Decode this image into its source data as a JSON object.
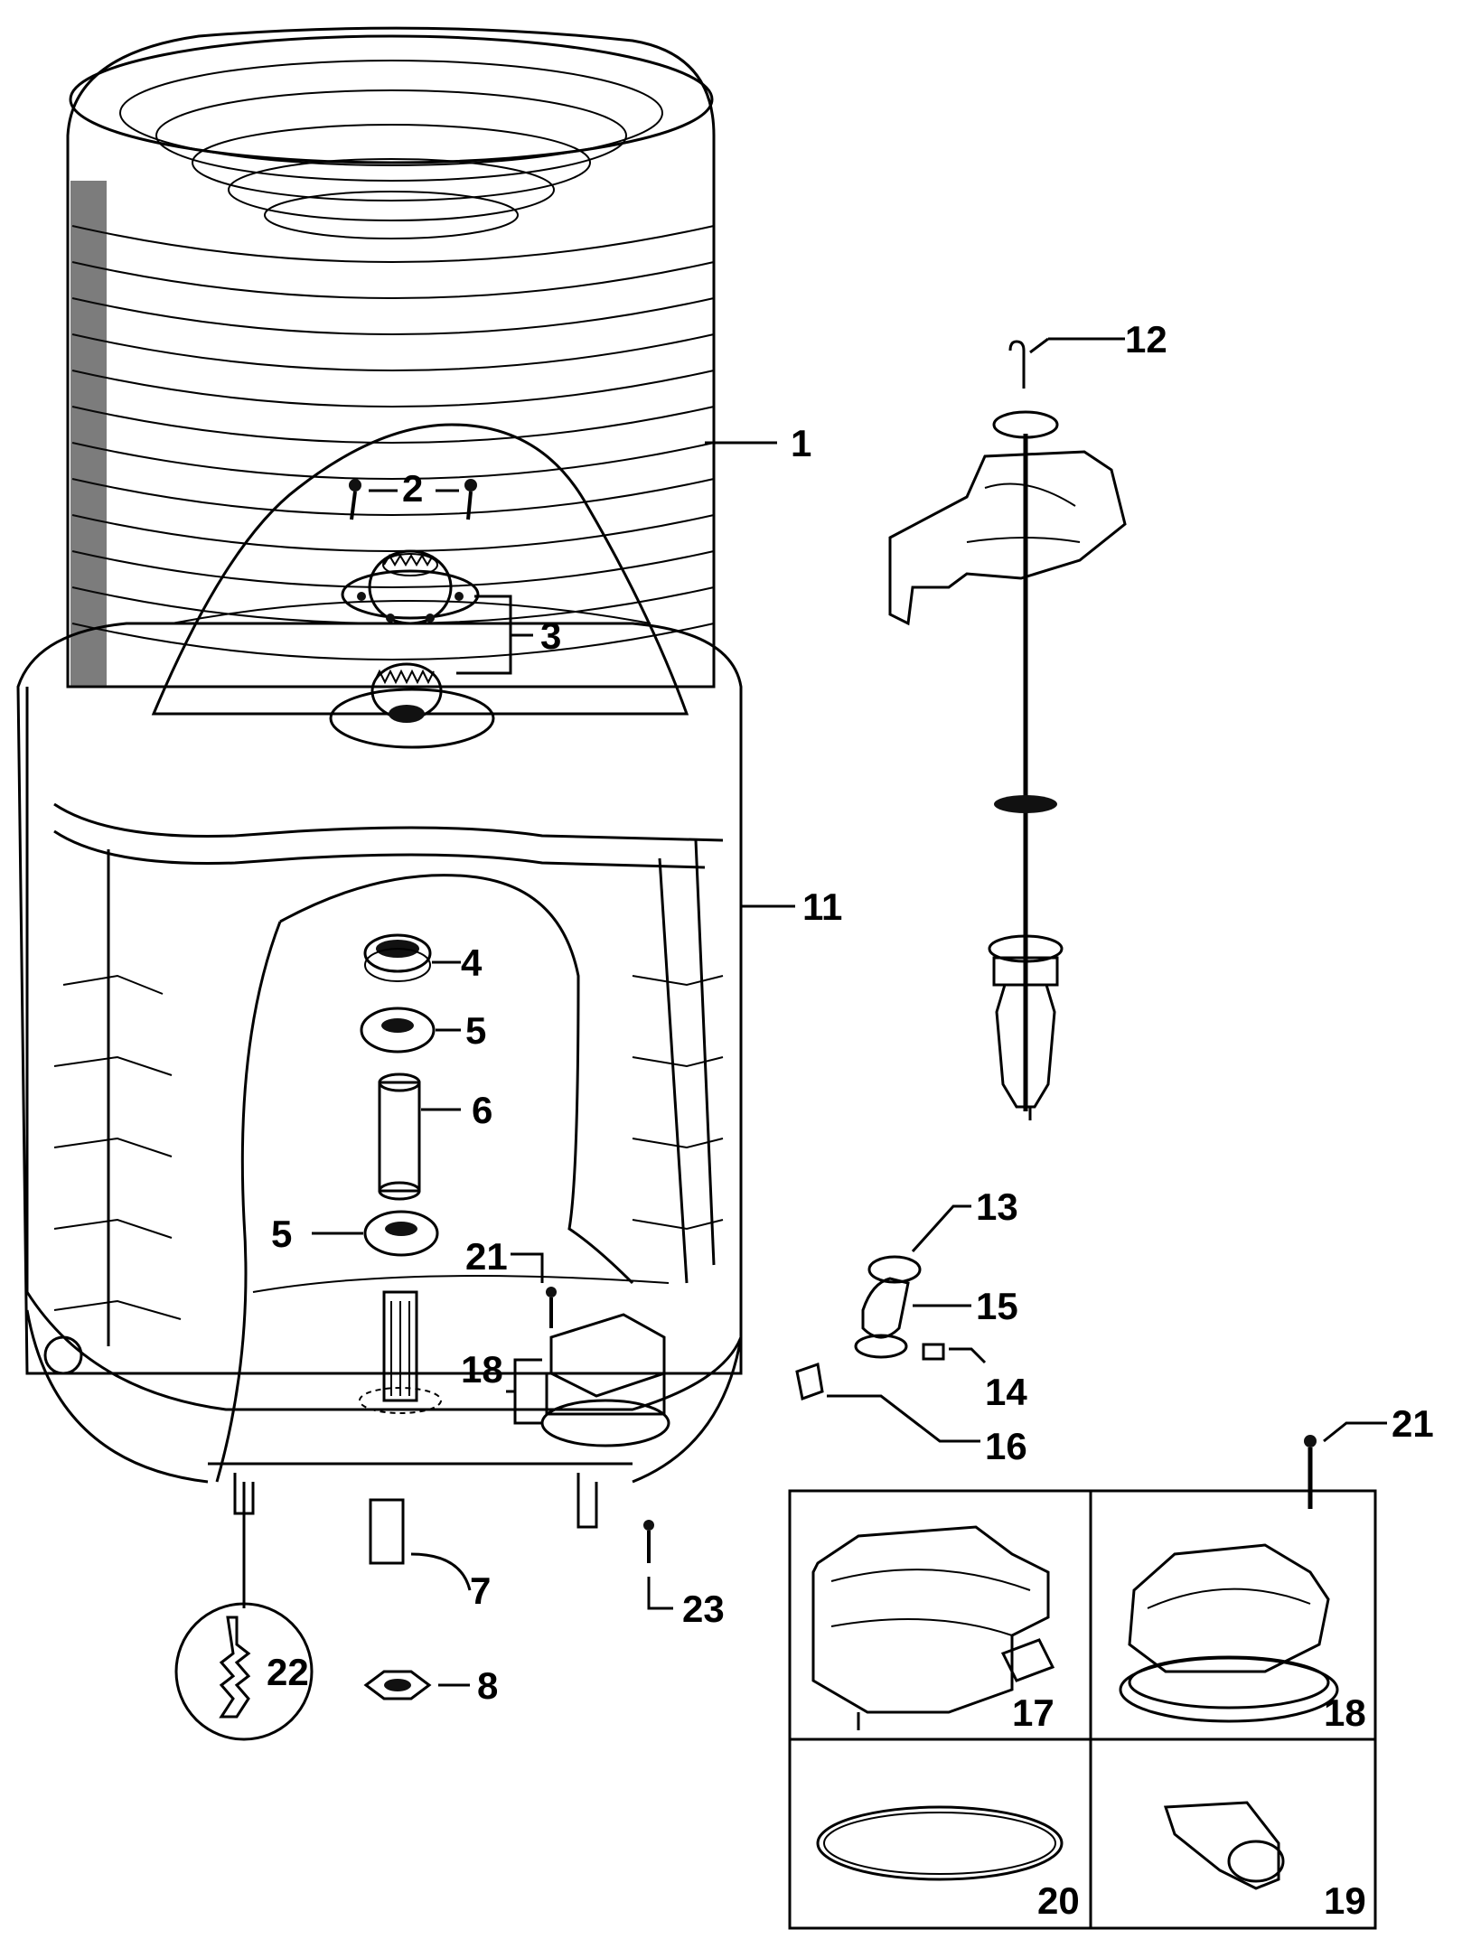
{
  "labels": {
    "l1": "1",
    "l2": "2",
    "l3": "3",
    "l4": "4",
    "l5a": "5",
    "l5b": "5",
    "l6": "6",
    "l7": "7",
    "l8": "8",
    "l11": "11",
    "l12": "12",
    "l13": "13",
    "l14": "14",
    "l15": "15",
    "l16": "16",
    "l17": "17",
    "l18a": "18",
    "l18b": "18",
    "l19": "19",
    "l20": "20",
    "l21a": "21",
    "l21b": "21",
    "l22": "22",
    "l23": "23"
  }
}
